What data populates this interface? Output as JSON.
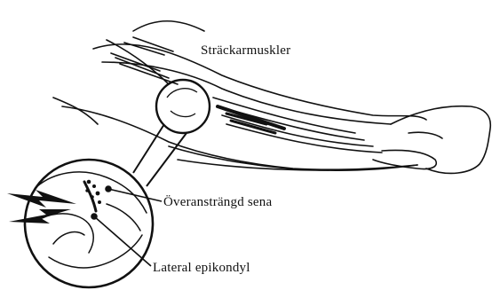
{
  "labels": {
    "extensor_muscles": "Sträckarmuskler",
    "overstrained_tendon": "Överansträngd sena",
    "lateral_epicondyle": "Lateral epikondyl"
  },
  "colors": {
    "ink": "#111111",
    "background": "#ffffff"
  }
}
